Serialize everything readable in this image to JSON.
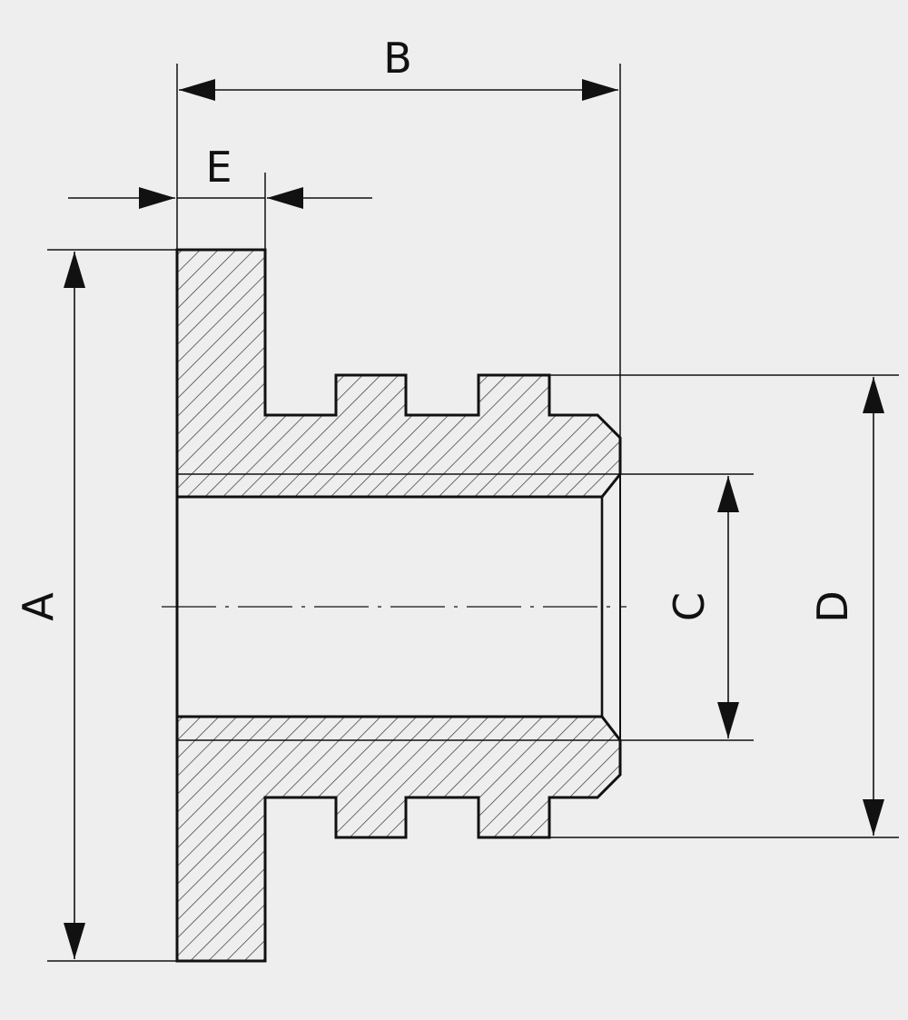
{
  "drawing": {
    "dimensions": {
      "A": "A",
      "B": "B",
      "C": "C",
      "D": "D",
      "E": "E"
    }
  }
}
